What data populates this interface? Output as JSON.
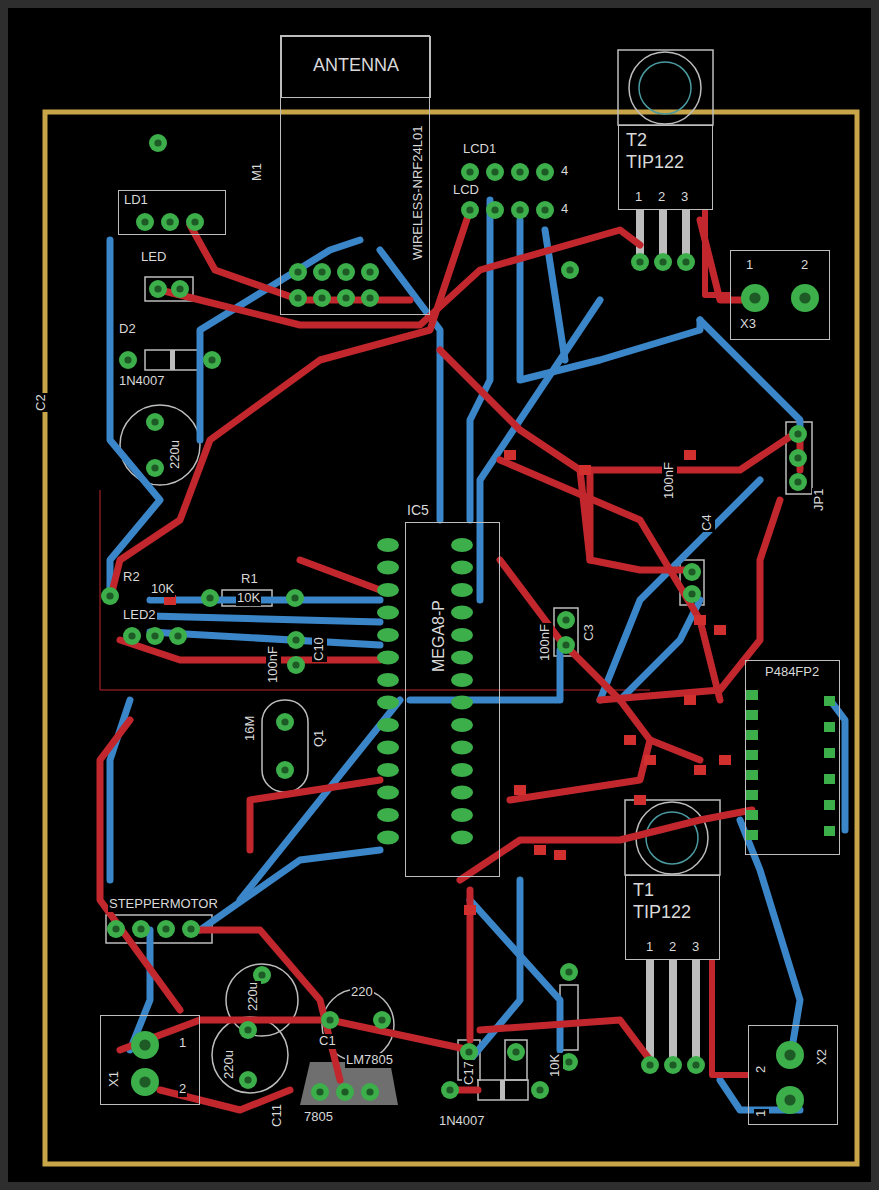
{
  "diagram": {
    "nodes": [
      {
        "text": [
          "WIRELESS-NRF24L01"
        ]
      },
      {
        "text": [
          "ANTENNA"
        ],
        "in": 0
      },
      {
        "text": [
          "T2",
          "TIP122"
        ]
      },
      {
        "text": [
          "LD1"
        ]
      },
      {
        "text": [
          "X3"
        ]
      },
      {
        "text": [
          "IC5",
          "MEGA8-P"
        ]
      },
      {
        "text": [
          "P484FP2"
        ]
      },
      {
        "text": [
          "T1",
          "TIP122"
        ]
      },
      {
        "text": [
          "X1"
        ]
      },
      {
        "text": [
          "X2"
        ]
      }
    ],
    "edges": [
      {
        "from": 2,
        "to": 4,
        "arrow": "none"
      },
      {
        "from": 7,
        "to": 9,
        "arrow": "none"
      }
    ],
    "labels": [
      "M1",
      "LCD1",
      "LCD",
      "4",
      "4",
      "LED",
      "D2",
      "1N4007",
      "220u",
      "1",
      "2",
      "3",
      "1",
      "2",
      "JP1",
      "100nF",
      "C4",
      "R2",
      "10K",
      "R1",
      "10K",
      "LED2",
      "100nF",
      "C10",
      "16M",
      "Q1",
      "100nF",
      "C3",
      "STEPPERMOTOR",
      "1",
      "2",
      "3",
      "1",
      "2",
      "220u",
      "220u",
      "220",
      "C11",
      "C1",
      "LM7805",
      "7805",
      "1N4007",
      "C17",
      "10K",
      "1",
      "2",
      "C2"
    ]
  }
}
